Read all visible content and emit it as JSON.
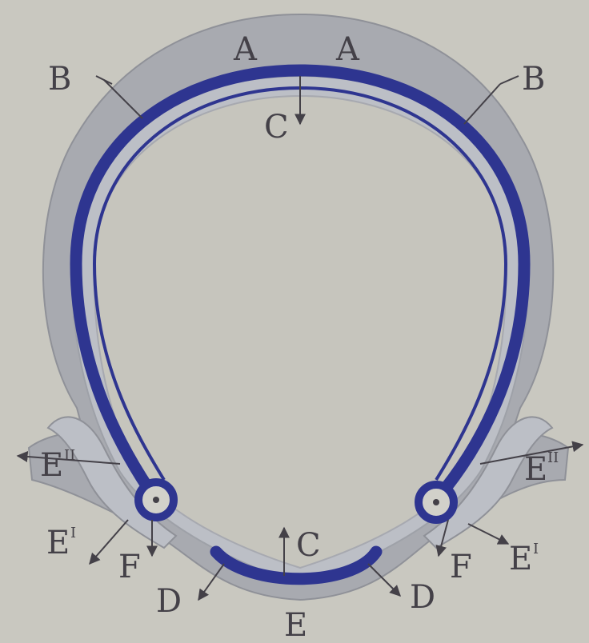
{
  "figure": {
    "colors": {
      "paper": "#c9c8c0",
      "outer_band": "#a8aab0",
      "inner_band": "#bcbfc6",
      "blue_line": "#2e3590",
      "ink": "#444148"
    },
    "labels": {
      "a_left": "A",
      "a_right": "A",
      "b_left": "B",
      "b_right": "B",
      "c_top": "C",
      "c_bottom": "C",
      "d_left": "D",
      "d_right": "D",
      "e_bottom": "E",
      "e_left_upper": "E",
      "e_left_upper_sup": "II",
      "e_right_upper": "E",
      "e_right_upper_sup": "II",
      "e_left_lower": "E",
      "e_left_lower_sup": "I",
      "e_right_lower": "E",
      "e_right_lower_sup": "I",
      "f_left": "F",
      "f_right": "F"
    }
  }
}
